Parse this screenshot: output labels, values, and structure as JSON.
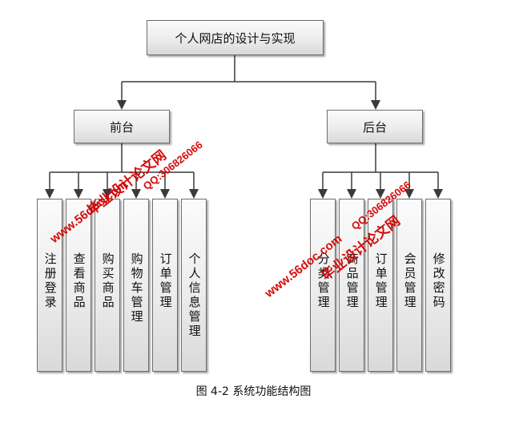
{
  "diagram": {
    "root": "个人网店的设计与实现",
    "front": {
      "label": "前台",
      "children": [
        "注册登录",
        "查看商品",
        "购买商品",
        "购物车管理",
        "订单管理",
        "个人信息管理"
      ]
    },
    "back": {
      "label": "后台",
      "children": [
        "分类管理",
        "商品管理",
        "订单管理",
        "会员管理",
        "修改密码"
      ]
    },
    "caption": "图 4-2 系统功能结构图"
  },
  "watermark": {
    "site": "www.56doc.com",
    "brand": "毕业设计论文网",
    "qq": "QQ:306826066"
  },
  "colors": {
    "line": "#3a3a3a",
    "node_border": "#6e6e6e",
    "watermark": "#d40000"
  }
}
